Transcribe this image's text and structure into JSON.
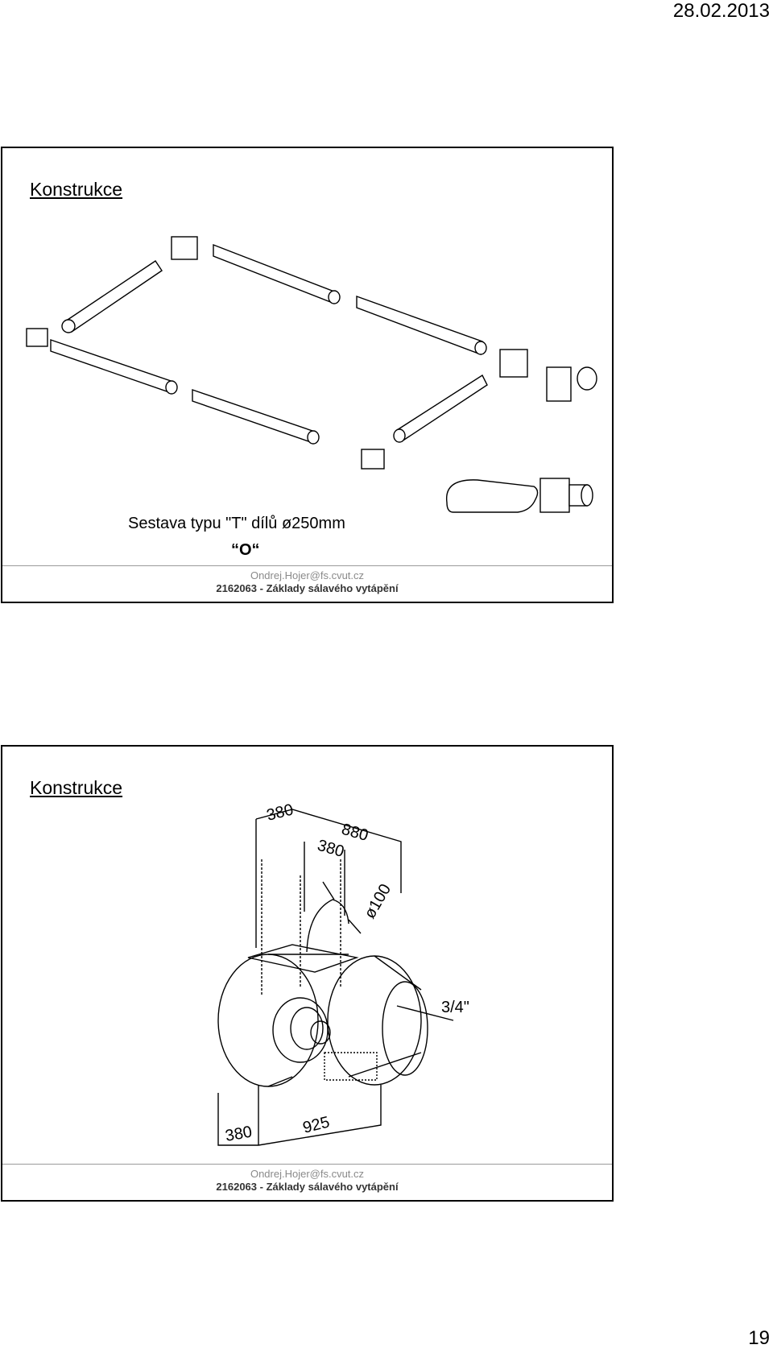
{
  "header": {
    "date": "28.02.2013"
  },
  "slides": [
    {
      "title": "Konstrukce",
      "caption_main": "Sestava typu \"T\" dílů ø250mm",
      "caption_sub": "“O“",
      "footer_email": "Ondrej.Hojer@fs.cvut.cz",
      "footer_course": "2162063 - Základy sálavého vytápění"
    },
    {
      "title": "Konstrukce",
      "dimensions": [
        "380",
        "880",
        "380",
        "ø100",
        "3/4\"",
        "380",
        "925"
      ],
      "footer_email": "Ondrej.Hojer@fs.cvut.cz",
      "footer_course": "2162063 - Základy sálavého vytápění"
    }
  ],
  "footer": {
    "page_number": "19"
  }
}
